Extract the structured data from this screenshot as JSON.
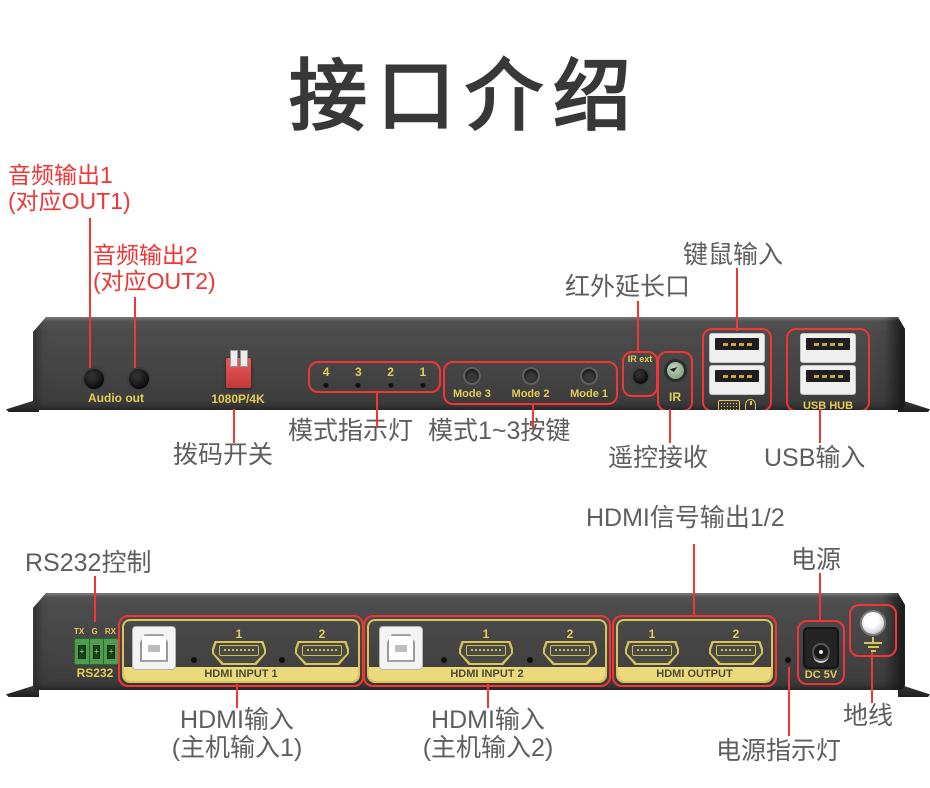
{
  "title": "接口介绍",
  "colors": {
    "annotation_red": "#f23535",
    "silkscreen_yellow": "#e3cd55",
    "group_yellow": "#d9c45c",
    "banner_fill": "#eada7d",
    "panel_gray": "#454545",
    "label_gray": "#5e5e5e"
  },
  "front_labels": {
    "audio1_line1": "音频输出1",
    "audio1_line2": "(对应OUT1)",
    "audio2_line1": "音频输出2",
    "audio2_line2": "(对应OUT2)",
    "ir_ext_cn": "红外延长口",
    "kb_mouse_cn": "键鼠输入",
    "dip_cn": "拨码开关",
    "mode_led_cn": "模式指示灯",
    "mode_btn_cn": "模式1~3按键",
    "ir_recv_cn": "遥控接收",
    "usb_in_cn": "USB输入"
  },
  "rear_labels": {
    "rs232_cn": "RS232控制",
    "hdmi_out_cn": "HDMI信号输出1/2",
    "power_cn": "电源",
    "hdmi_in1_l1": "HDMI输入",
    "hdmi_in1_l2": "(主机输入1)",
    "hdmi_in2_l1": "HDMI输入",
    "hdmi_in2_l2": "(主机输入2)",
    "power_led_cn": "电源指示灯",
    "ground_cn": "地线"
  },
  "front_panel": {
    "audio_out": "Audio out",
    "dip": "1080P/4K",
    "leds": [
      "4",
      "3",
      "2",
      "1"
    ],
    "mode_buttons": [
      "Mode 3",
      "Mode 2",
      "Mode 1"
    ],
    "ir_ext": "IR ext",
    "ir": "IR",
    "usb_hub": "USB HUB"
  },
  "rear_panel": {
    "rs232_pins": [
      "TX",
      "G",
      "RX"
    ],
    "rs232": "RS232",
    "groups": [
      {
        "banner": "HDMI INPUT 1",
        "ports": [
          "1",
          "2"
        ]
      },
      {
        "banner": "HDMI INPUT 2",
        "ports": [
          "1",
          "2"
        ]
      },
      {
        "banner": "HDMI OUTPUT",
        "ports": [
          "1",
          "2"
        ]
      }
    ],
    "dc": "DC 5V"
  }
}
